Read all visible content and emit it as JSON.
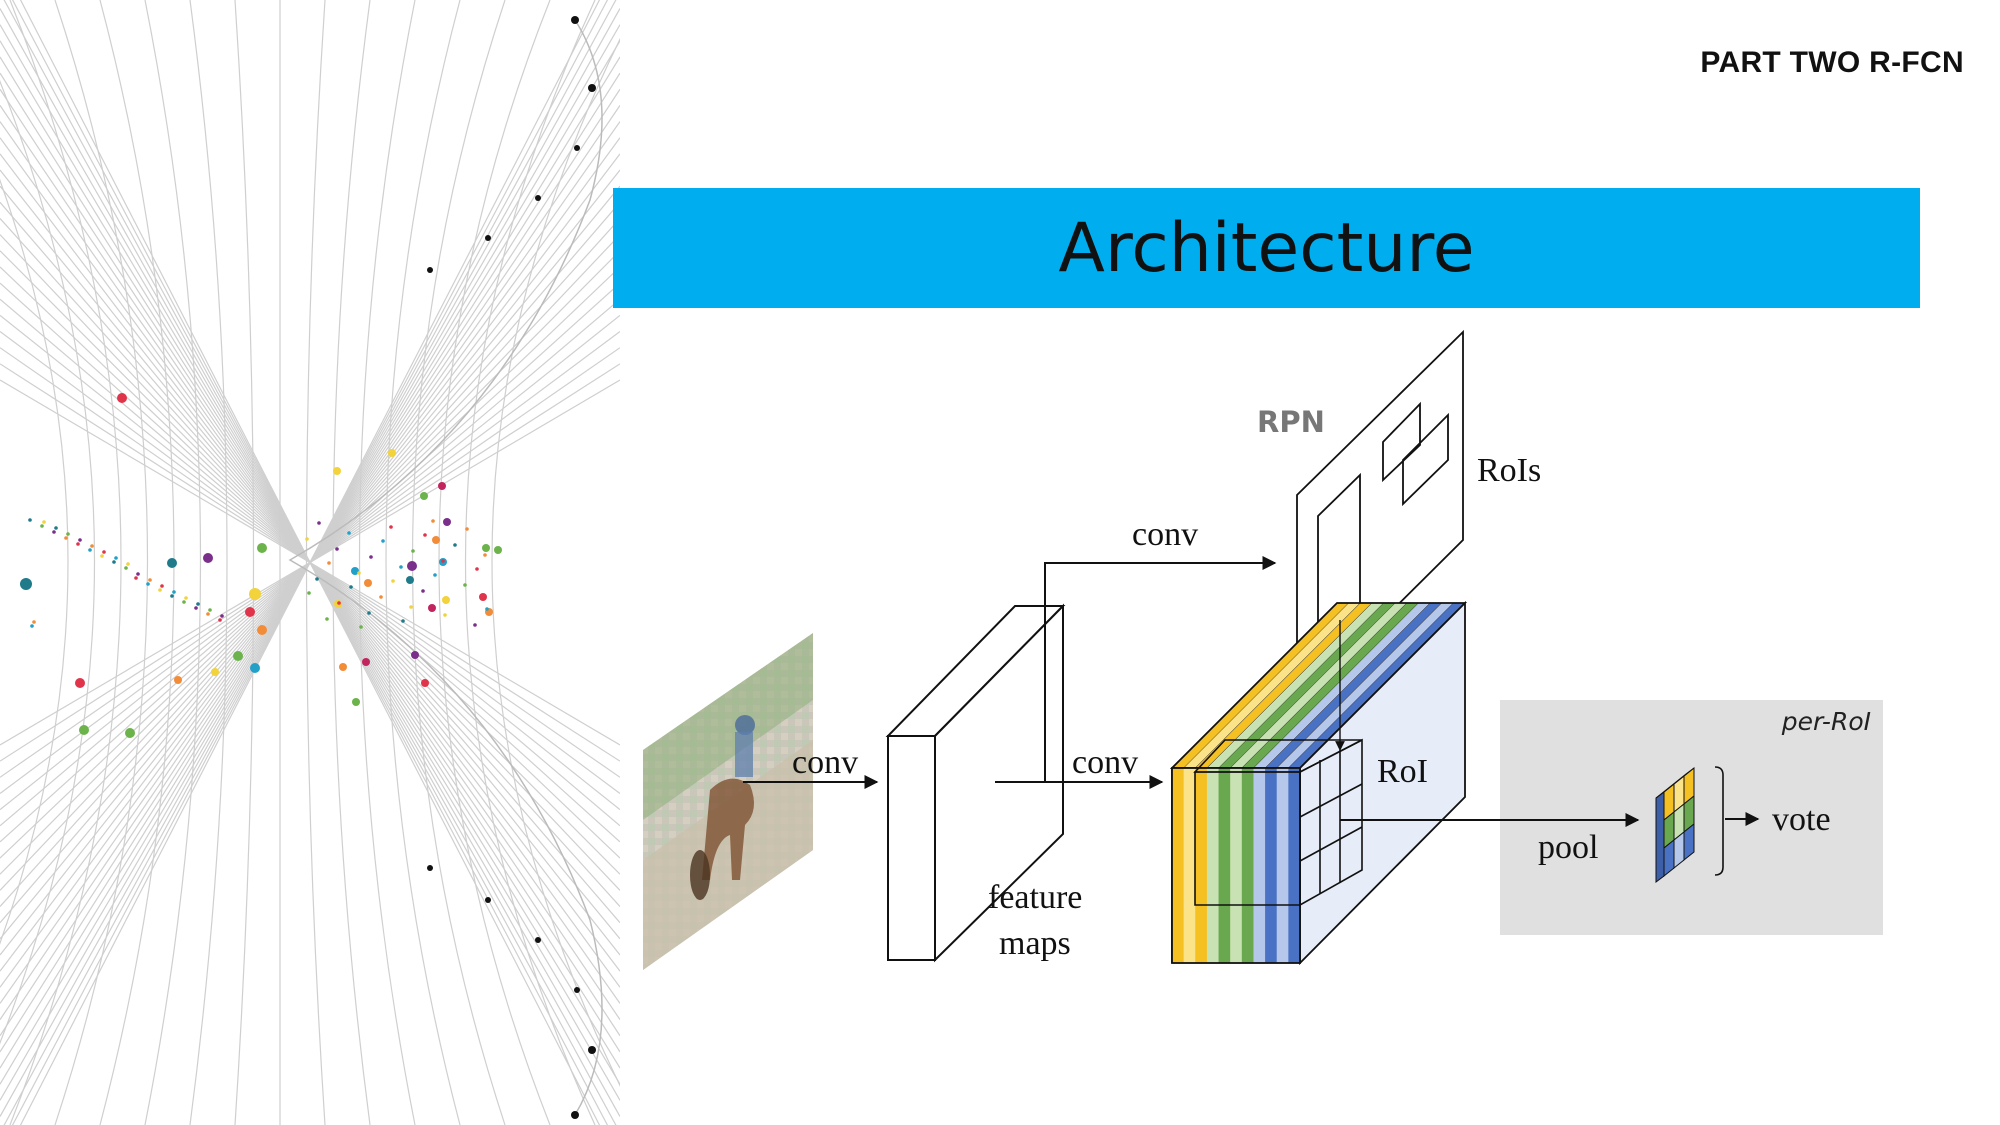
{
  "slide": {
    "part_title": "PART TWO R-FCN",
    "banner_title": "Architecture",
    "colors": {
      "banner": "#00aeef",
      "panel": "#e0e0e0",
      "yellow": "#f5c021",
      "yellow_light": "#fbe38a",
      "green": "#6aa84f",
      "green_light": "#c9e2b3",
      "blue": "#4a72c4",
      "blue_light": "#b5c7ea",
      "box_face": "#e6ecf8"
    }
  },
  "diagram": {
    "labels": {
      "conv_input": "conv",
      "conv_rpn": "conv",
      "conv_score": "conv",
      "rpn": "RPN",
      "rois": "RoIs",
      "roi": "RoI",
      "feature_maps_line1": "feature",
      "feature_maps_line2": "maps",
      "pool": "pool",
      "vote": "vote",
      "per_roi": "per-RoI"
    }
  }
}
